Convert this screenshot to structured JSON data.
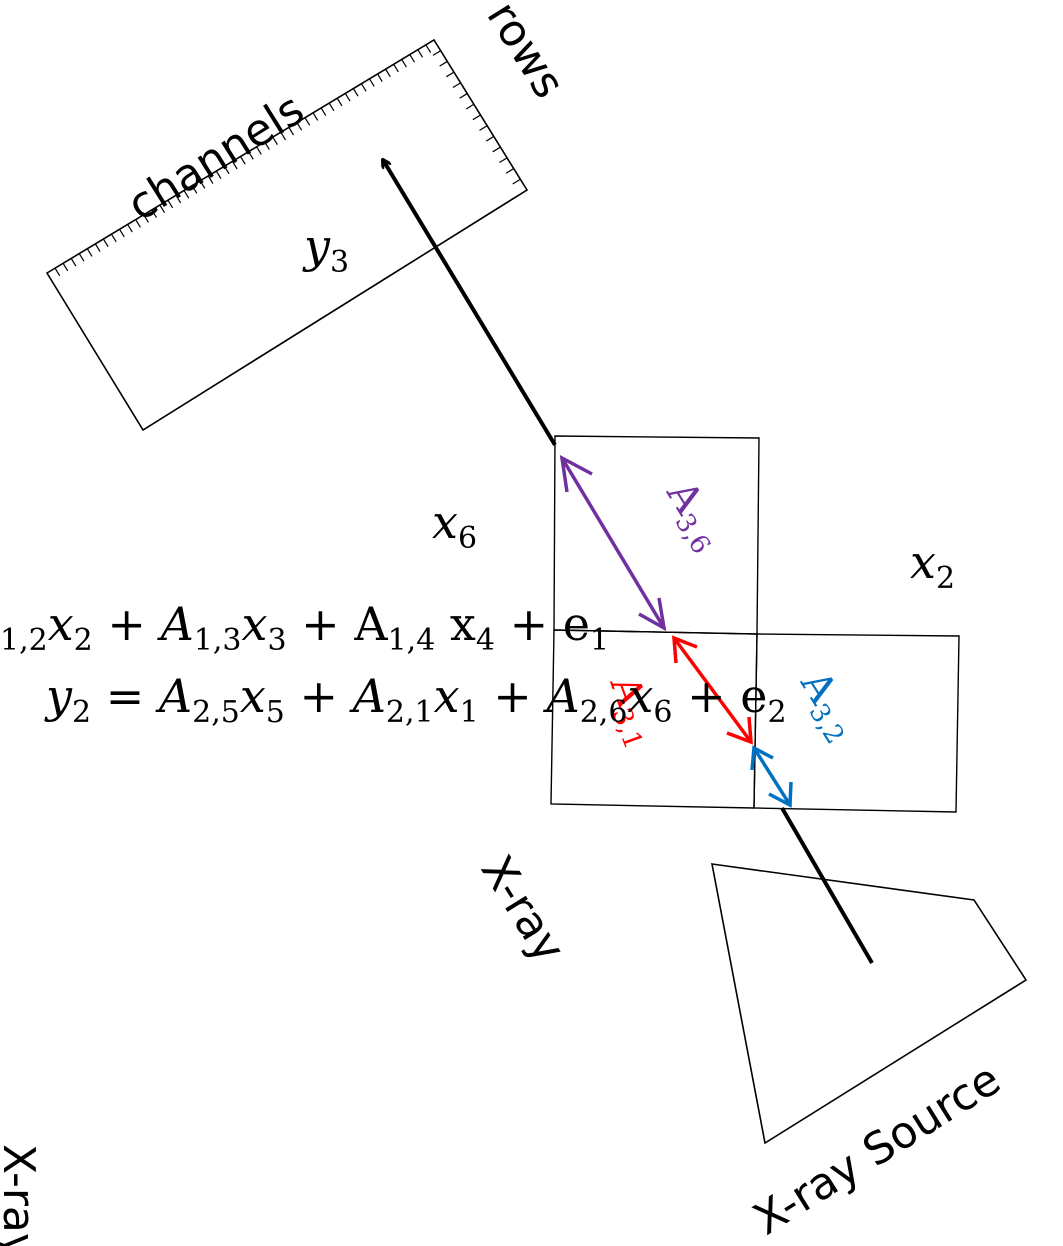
{
  "labels": {
    "channels": "channels",
    "rows": "rows",
    "xray_top": "X-ray",
    "xray_left": "X-ray",
    "xray_source": "X-ray Source"
  },
  "symbols": {
    "y3": "y3",
    "x6": "x6",
    "x2": "x2",
    "A36": "A3,6",
    "A31": "A3,1",
    "A32": "A3,2"
  },
  "equations": {
    "eq1_parts": [
      "1,2",
      "x",
      "2",
      " + ",
      "A",
      "1,3",
      "x",
      "3",
      " + A",
      "1,4",
      " x",
      "4",
      " + e",
      "1"
    ],
    "eq2_parts": [
      "y",
      "2",
      " = ",
      "A",
      "2,5",
      "x",
      "5",
      " + ",
      "A",
      "2,1",
      "x",
      "1",
      " + ",
      "A",
      "2,6",
      "x",
      "6",
      " + e",
      "2"
    ]
  },
  "colors": {
    "ray": "#000000",
    "A36": "#7030a0",
    "A31": "#ff0000",
    "A32": "#0070c0"
  }
}
